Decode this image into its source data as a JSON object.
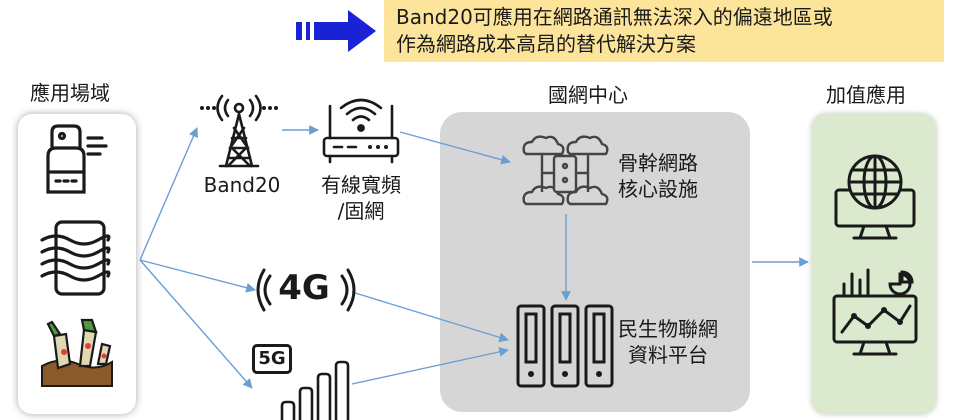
{
  "banner": {
    "line1": "Band20可應用在網路通訊無法深入的偏遠地區或",
    "line2": "作為網路成本高昂的替代解決方案"
  },
  "sections": {
    "application_field": "應用場域",
    "core_center": "國網中心",
    "value_added": "加值應用"
  },
  "nodes": {
    "band20": "Band20",
    "wired_line1": "有線寬頻",
    "wired_line2": "/固網",
    "backbone_line1": "骨幹網路",
    "backbone_line2": "核心設施",
    "platform_line1": "民生物聯網",
    "platform_line2": "資料平台",
    "badge_4g": "4G",
    "badge_5g": "5G"
  },
  "colors": {
    "banner_bg": "#fce59a",
    "arrow_blue": "#1a22d6",
    "connector": "#6a9fd4",
    "core_bg": "#d6d6d6",
    "vas_bg": "#dbe9cf"
  }
}
